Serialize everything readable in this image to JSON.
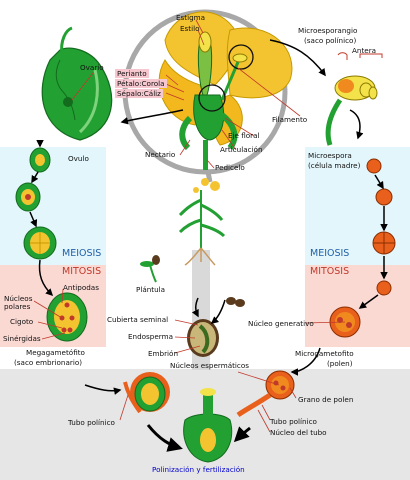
{
  "colors": {
    "meiosis_band": "#e3f6fb",
    "mitosis_band": "#fbd9d3",
    "bottom_band": "#e6e6e6",
    "center_stalk": "#d9d9d9",
    "petal_yellow": "#f4c430",
    "green": "#22a032",
    "dark_green": "#136b1e",
    "orange": "#e8601c",
    "red_arrow": "#c0392b"
  },
  "labels": {
    "estigma": "Estigma",
    "estilo": "Estilo",
    "ovario": "Ovario",
    "perianto": "Perianto",
    "petalo": "Pétalo:Corola",
    "sepalo": "Sépalo:Cáliz",
    "microsporangio": "Microesporangio",
    "saco_polinico": "(saco polínico)",
    "antera": "Antera",
    "filamento": "Filamento",
    "eje_floral": "Eje floral",
    "articulacion": "Articulación",
    "nectario": "Nectario",
    "pedicelo": "Pedicelo",
    "ovulo": "Ovulo",
    "microespora": "Microespora",
    "celula_madre": "(célula madre)",
    "meiosis_left": "MEIOSIS",
    "meiosis_right": "MEIOSIS",
    "mitosis_left": "MITOSIS",
    "mitosis_right": "MITOSIS",
    "antipodas": "Antipodas",
    "nucleos_polares": "Núcleos\npolares",
    "cigoto": "Cigoto",
    "sinergidas": "Sinérgidas",
    "megagametofito": "Megagametófito",
    "saco_embrionario": "(saco embrionario)",
    "plantula": "Plántula",
    "cubierta_seminal": "Cubierta seminal",
    "endosperma": "Endosperma",
    "embrion": "Embrión",
    "nucleo_generativo": "Núcleo generativo",
    "microgametofito": "Microgametofito",
    "polen": "(polen)",
    "nucleos_espermaticos": "Núcleos espermáticos",
    "grano_de_polen": "Grano de polen",
    "tubo_polinico_left": "Tubo polínico",
    "tubo_polinico_right": "Tubo polínico",
    "nucleo_del_tubo": "Núcleo del tubo",
    "polinizacion": "Polinización y fertilización"
  }
}
